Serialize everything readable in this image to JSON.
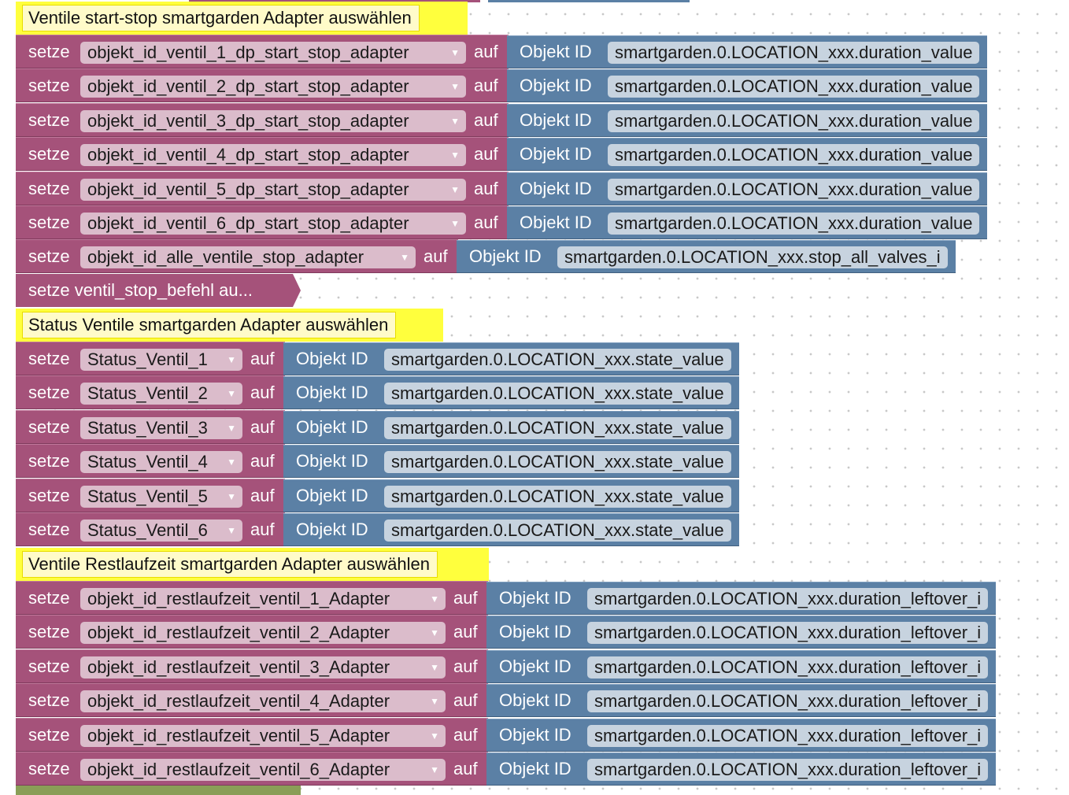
{
  "keywords": {
    "set": "setze",
    "to": "auf",
    "object_id": "Objekt ID"
  },
  "comments": [
    "Ventile start-stop smartgarden Adapter auswählen",
    "Status Ventile smartgarden Adapter auswählen",
    "Ventile Restlaufzeit smartgarden Adapter auswählen"
  ],
  "groups": [
    {
      "rows": [
        {
          "var": "objekt_id_ventil_1_dp_start_stop_adapter",
          "value": "smartgarden.0.LOCATION_xxx.duration_value"
        },
        {
          "var": "objekt_id_ventil_2_dp_start_stop_adapter",
          "value": "smartgarden.0.LOCATION_xxx.duration_value"
        },
        {
          "var": "objekt_id_ventil_3_dp_start_stop_adapter",
          "value": "smartgarden.0.LOCATION_xxx.duration_value"
        },
        {
          "var": "objekt_id_ventil_4_dp_start_stop_adapter",
          "value": "smartgarden.0.LOCATION_xxx.duration_value"
        },
        {
          "var": "objekt_id_ventil_5_dp_start_stop_adapter",
          "value": "smartgarden.0.LOCATION_xxx.duration_value"
        },
        {
          "var": "objekt_id_ventil_6_dp_start_stop_adapter",
          "value": "smartgarden.0.LOCATION_xxx.duration_value"
        },
        {
          "var": "objekt_id_alle_ventile_stop_adapter",
          "value": "smartgarden.0.LOCATION_xxx.stop_all_valves_i"
        }
      ]
    },
    {
      "rows": [
        {
          "var": "Status_Ventil_1",
          "value": "smartgarden.0.LOCATION_xxx.state_value"
        },
        {
          "var": "Status_Ventil_2",
          "value": "smartgarden.0.LOCATION_xxx.state_value"
        },
        {
          "var": "Status_Ventil_3",
          "value": "smartgarden.0.LOCATION_xxx.state_value"
        },
        {
          "var": "Status_Ventil_4",
          "value": "smartgarden.0.LOCATION_xxx.state_value"
        },
        {
          "var": "Status_Ventil_5",
          "value": "smartgarden.0.LOCATION_xxx.state_value"
        },
        {
          "var": "Status_Ventil_6",
          "value": "smartgarden.0.LOCATION_xxx.state_value"
        }
      ]
    },
    {
      "rows": [
        {
          "var": "objekt_id_restlaufzeit_ventil_1_Adapter",
          "value": "smartgarden.0.LOCATION_xxx.duration_leftover_i"
        },
        {
          "var": "objekt_id_restlaufzeit_ventil_2_Adapter",
          "value": "smartgarden.0.LOCATION_xxx.duration_leftover_i"
        },
        {
          "var": "objekt_id_restlaufzeit_ventil_3_Adapter",
          "value": "smartgarden.0.LOCATION_xxx.duration_leftover_i"
        },
        {
          "var": "objekt_id_restlaufzeit_ventil_4_Adapter",
          "value": "smartgarden.0.LOCATION_xxx.duration_leftover_i"
        },
        {
          "var": "objekt_id_restlaufzeit_ventil_5_Adapter",
          "value": "smartgarden.0.LOCATION_xxx.duration_leftover_i"
        },
        {
          "var": "objekt_id_restlaufzeit_ventil_6_Adapter",
          "value": "smartgarden.0.LOCATION_xxx.duration_leftover_i"
        }
      ]
    }
  ],
  "collapsed_block": {
    "label": "setze ventil_stop_befehl au..."
  },
  "colors": {
    "variables_block": "#a5527a",
    "object_id_block": "#5b80a5",
    "comment_border": "#ffff3d",
    "comment_fill": "#fffbc9",
    "function_block": "#8a9e57"
  }
}
